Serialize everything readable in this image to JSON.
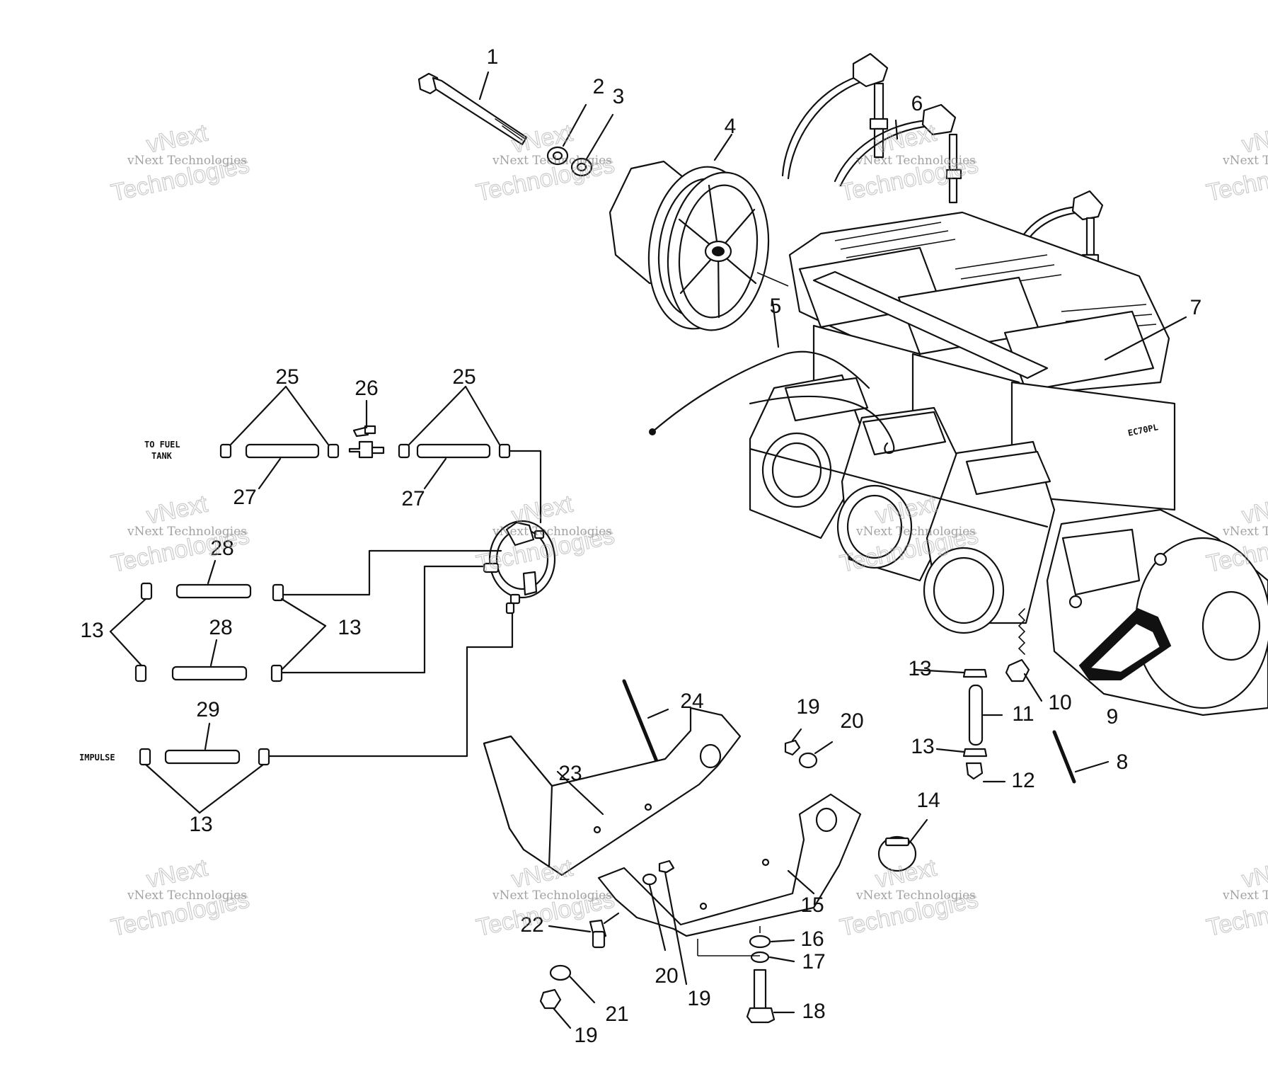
{
  "diagram": {
    "callouts": [
      "1",
      "2",
      "3",
      "4",
      "5",
      "6",
      "7",
      "8",
      "9",
      "10",
      "11",
      "12",
      "13",
      "13",
      "13",
      "13",
      "13",
      "14",
      "15",
      "16",
      "17",
      "18",
      "19",
      "19",
      "19",
      "20",
      "20",
      "21",
      "22",
      "23",
      "24",
      "25",
      "25",
      "26",
      "27",
      "27",
      "28",
      "28",
      "29"
    ],
    "notes": {
      "to_fuel_tank_1": "TO FUEL",
      "to_fuel_tank_2": "TANK",
      "impulse": "IMPULSE",
      "engine_stamp": "EC70PL"
    },
    "watermark": {
      "line1": "vNext",
      "line2": "vNext Technologies",
      "line3": "Technologies"
    }
  }
}
